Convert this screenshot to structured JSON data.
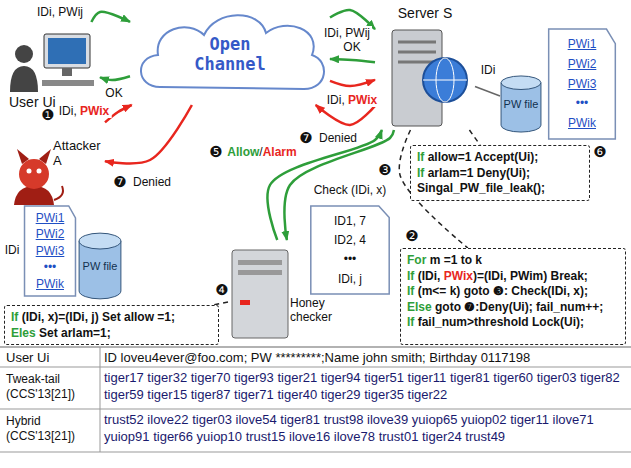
{
  "diagram": {
    "nodes": [
      {
        "text": [
          "User Ui"
        ]
      },
      {
        "text": [
          "Open Channel"
        ]
      },
      {
        "text": [
          "Server S"
        ]
      },
      {
        "text": [
          "PW file"
        ]
      },
      {
        "text": [
          "PWi1",
          "PWi2",
          "PWi3",
          "•••",
          "PWik"
        ]
      },
      {
        "text": [
          "Attacker A"
        ]
      },
      {
        "text": [
          "If allow=1 Accept(Ui);",
          "If arlam=1 Deny(Ui);",
          "Singal_PW_file_leak();"
        ]
      },
      {
        "text": [
          "PWi1",
          "PWi2",
          "PWi3",
          "•••",
          "PWik"
        ]
      },
      {
        "text": [
          "PW file"
        ]
      },
      {
        "text": [
          "ID1, 7",
          "ID2, 4",
          "•••",
          "IDi, j"
        ]
      },
      {
        "text": [
          "Honey checker"
        ]
      },
      {
        "text": [
          "For m =1 to k",
          "If (IDi, PWix)=(IDi, PWim) Break;",
          "If (m<= k) goto ❸: Check(IDi, x);",
          "Else goto ❼:Deny(Ui); fail_num++;",
          "If fail_num>threshold Lock(Ui);"
        ]
      },
      {
        "text": [
          "If (IDi, x)=(IDi, j) Set allow =1;",
          "Eles Set arlam=1;"
        ]
      }
    ],
    "edges": [
      {
        "from": 0,
        "to": 1,
        "label": "IDi, PWij",
        "arrow": "to"
      },
      {
        "from": 1,
        "to": 0,
        "label": "OK",
        "arrow": "to"
      },
      {
        "from": 1,
        "to": 2,
        "label": "IDi, PWij",
        "arrow": "to"
      },
      {
        "from": 2,
        "to": 1,
        "label": "OK",
        "arrow": "to"
      },
      {
        "from": 5,
        "to": 1,
        "label": "IDi, PWix",
        "arrow": "to"
      },
      {
        "from": 1,
        "to": 5,
        "label": "Denied",
        "arrow": "to"
      },
      {
        "from": 1,
        "to": 2,
        "label": "IDi, PWix",
        "arrow": "to"
      },
      {
        "from": 2,
        "to": 1,
        "label": "Denied",
        "arrow": "to"
      },
      {
        "from": 2,
        "to": 10,
        "label": "Check (IDi, x)",
        "arrow": "to"
      },
      {
        "from": 10,
        "to": 2,
        "label": "Allow/Alarm",
        "arrow": "to"
      },
      {
        "from": 10,
        "to": 12,
        "arrow": "none"
      },
      {
        "from": 2,
        "to": 11,
        "arrow": "none"
      },
      {
        "from": 2,
        "to": 6,
        "arrow": "none"
      },
      {
        "from": 2,
        "to": 3,
        "arrow": "none"
      }
    ],
    "labels": [
      "❶",
      "❼",
      "IDi",
      "❼",
      "IDi",
      "❸",
      "❺",
      "❻",
      "❷",
      "❹",
      "User Ui",
      "ID loveu4ever@foo.com; PW *********;Name john smith; Birthday 0117198",
      "Tweak-tail (CCS'13[21])",
      "tiger17 tiger32 tiger70 tiger93 tiger21 tiger94 tiger51 tiger11 tiger81 tiger60 tiger03 tiger82 tiger59 tiger15 tiger87 tiger71 tiger40 tiger29 tiger35 tiger22",
      "Hybrid (CCS'13[21])",
      "trust52 ilove22 tiger03 ilove54 tiger81 trust98 ilove39 yuiop65 yuiop02 tiger11 ilove71 yuiop91 tiger66 yuiop10 trust15 ilove16 ilove78 trust01 tiger24 trust49"
    ]
  }
}
